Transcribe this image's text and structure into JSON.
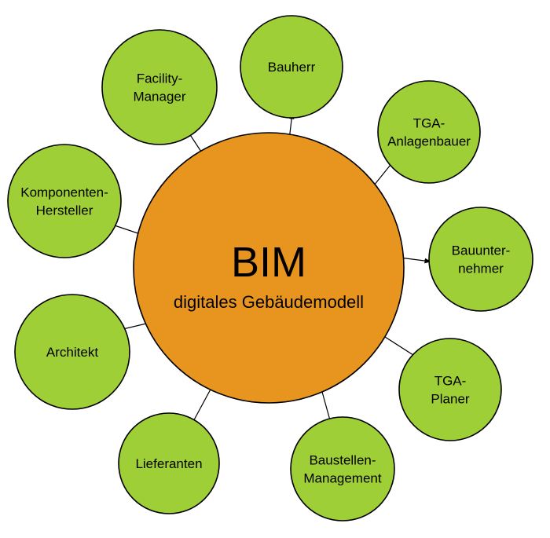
{
  "hub": {
    "title": "BIM",
    "subtitle": "digitales Gebäudemodell",
    "color": "#e8951f"
  },
  "node_color": "#9fcf36",
  "nodes": [
    {
      "id": "bauherr",
      "lines": [
        "Bauherr"
      ]
    },
    {
      "id": "tga-anlagenbauer",
      "lines": [
        "TGA-",
        "Anlagenbauer"
      ]
    },
    {
      "id": "bauunternehmer",
      "lines": [
        "Bauunter-",
        "nehmer"
      ]
    },
    {
      "id": "tga-planer",
      "lines": [
        "TGA-",
        "Planer"
      ]
    },
    {
      "id": "baustellen-management",
      "lines": [
        "Baustellen-",
        "Management"
      ]
    },
    {
      "id": "lieferanten",
      "lines": [
        "Lieferanten"
      ]
    },
    {
      "id": "architekt",
      "lines": [
        "Architekt"
      ]
    },
    {
      "id": "komponenten-hersteller",
      "lines": [
        "Komponenten-",
        "Hersteller"
      ]
    },
    {
      "id": "facility-manager",
      "lines": [
        "Facility-",
        "Manager"
      ]
    }
  ]
}
